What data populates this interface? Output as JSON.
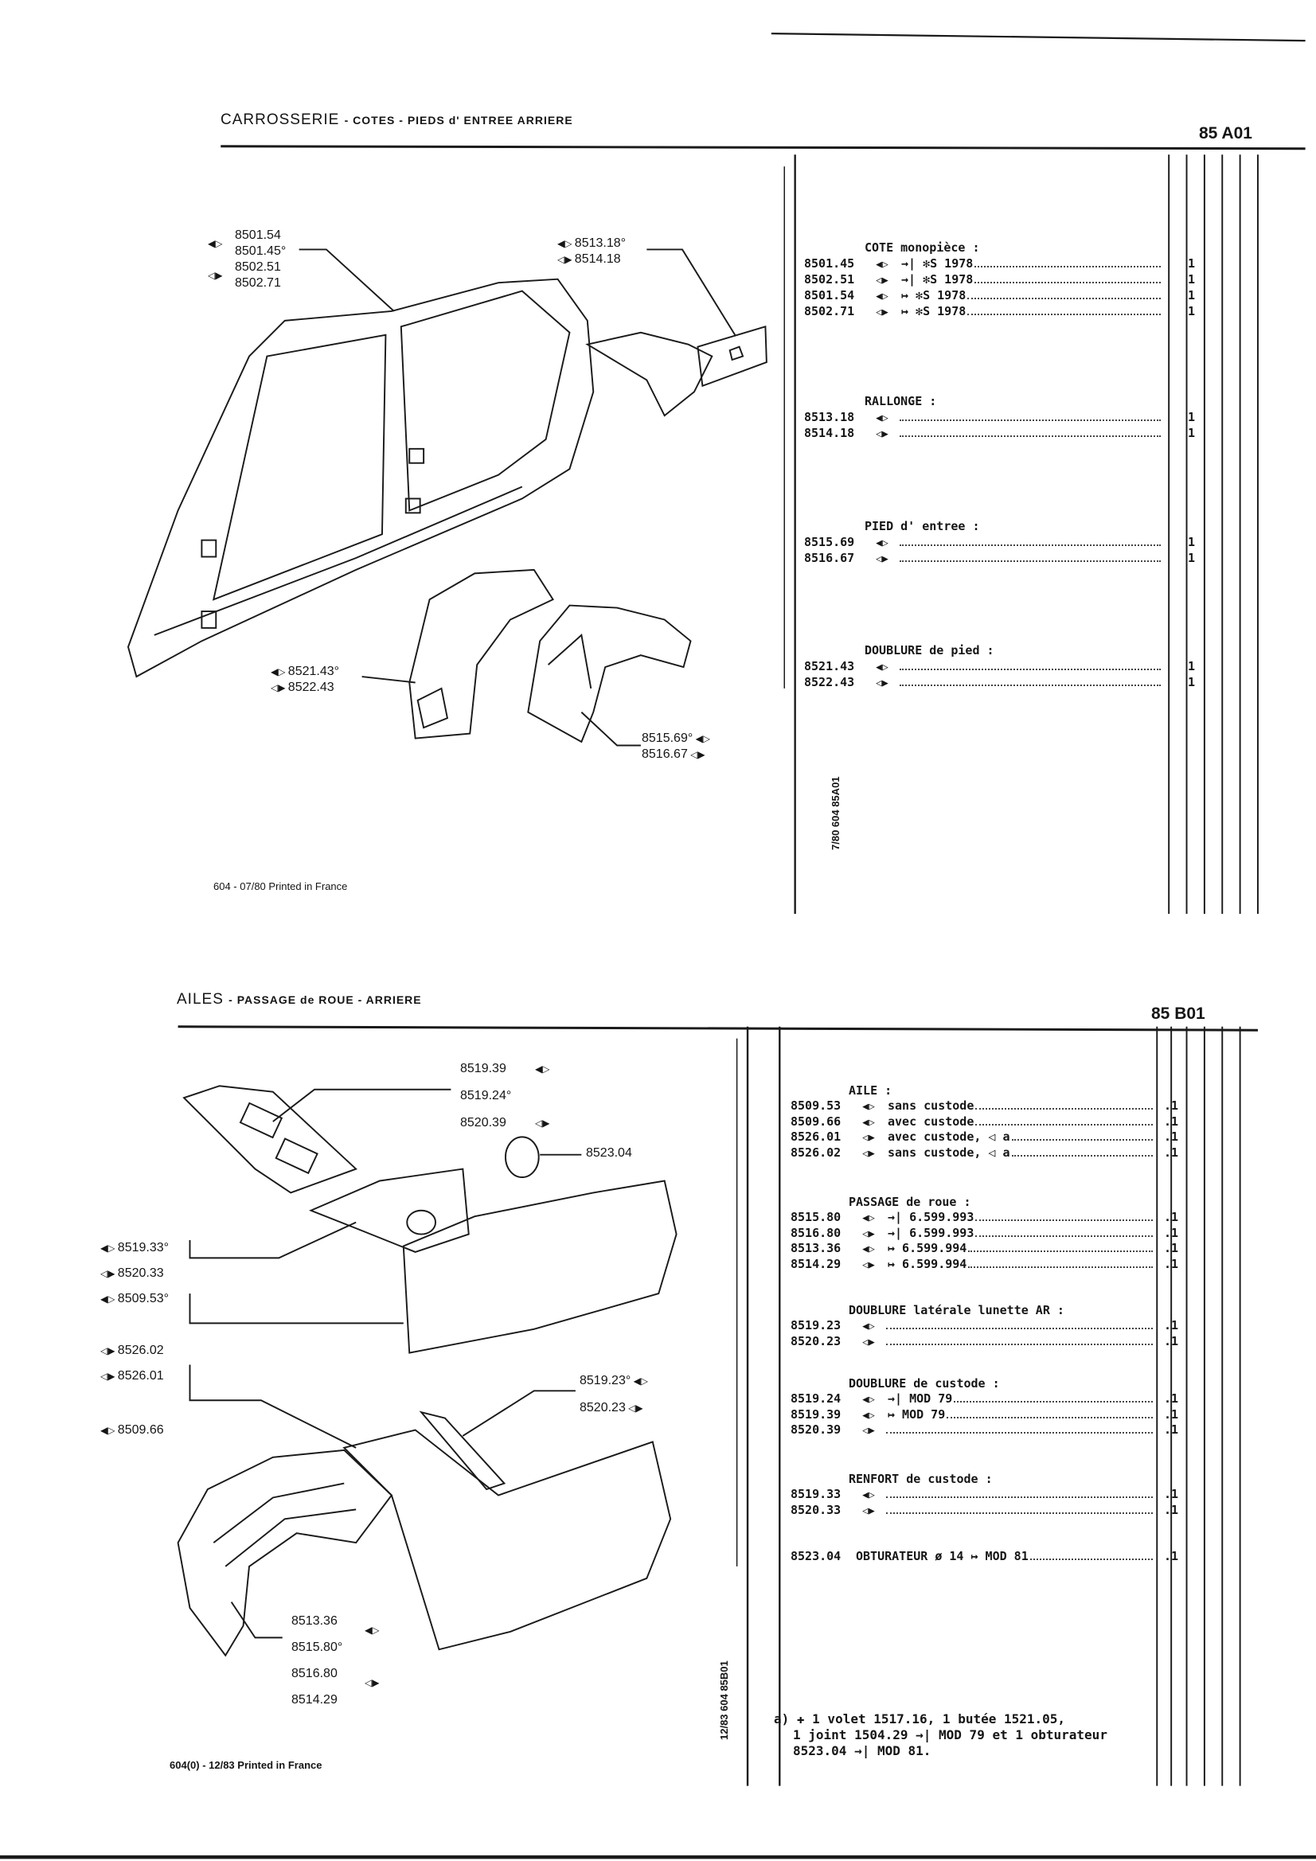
{
  "top": {
    "title": "CARROSSERIE",
    "subtitle": "- COTES - PIEDS d' ENTREE ARRIERE",
    "page_ref": "85 A01",
    "footer": "604 - 07/80 Printed in France",
    "side_code": "7/80 604 85A01",
    "diagram_labels": {
      "g1": [
        "8501.54",
        "8501.45°",
        "8502.51",
        "8502.71"
      ],
      "g2": [
        "8513.18°",
        "8514.18"
      ],
      "g3": [
        "8521.43°",
        "8522.43"
      ],
      "g4": [
        "8515.69°",
        "8516.67"
      ]
    },
    "sections": [
      {
        "heading": "COTE monopièce :",
        "rows": [
          {
            "pn": "8501.45",
            "sym": "◀▷",
            "note": "→| ✻S 1978",
            "qty": "1"
          },
          {
            "pn": "8502.51",
            "sym": "◁▶",
            "note": "→| ✻S 1978",
            "qty": "1"
          },
          {
            "pn": "8501.54",
            "sym": "◀▷",
            "note": "↦ ✻S 1978",
            "qty": "1"
          },
          {
            "pn": "8502.71",
            "sym": "◁▶",
            "note": "↦ ✻S 1978",
            "qty": "1"
          }
        ]
      },
      {
        "heading": "RALLONGE :",
        "rows": [
          {
            "pn": "8513.18",
            "sym": "◀▷",
            "note": "",
            "qty": "1"
          },
          {
            "pn": "8514.18",
            "sym": "◁▶",
            "note": "",
            "qty": "1"
          }
        ]
      },
      {
        "heading": "PIED d' entree :",
        "rows": [
          {
            "pn": "8515.69",
            "sym": "◀▷",
            "note": "",
            "qty": "1"
          },
          {
            "pn": "8516.67",
            "sym": "◁▶",
            "note": "",
            "qty": "1"
          }
        ]
      },
      {
        "heading": "DOUBLURE de pied :",
        "rows": [
          {
            "pn": "8521.43",
            "sym": "◀▷",
            "note": "",
            "qty": "1"
          },
          {
            "pn": "8522.43",
            "sym": "◁▶",
            "note": "",
            "qty": "1"
          }
        ]
      }
    ]
  },
  "bottom": {
    "title": "AILES",
    "subtitle": "- PASSAGE de ROUE - ARRIERE",
    "page_ref": "85 B01",
    "footer": "604(0) - 12/83 Printed in France",
    "side_code": "12/83 604 85B01",
    "diagram_labels": {
      "g1": [
        "8519.39",
        "8519.24°",
        "8520.39"
      ],
      "g2": [
        "8523.04"
      ],
      "g3": [
        "8519.33°",
        "8520.33",
        "8509.53°",
        "8526.02",
        "8526.01",
        "8509.66"
      ],
      "g4": [
        "8519.23°",
        "8520.23"
      ],
      "g5": [
        "8513.36",
        "8515.80°",
        "8516.80",
        "8514.29"
      ]
    },
    "sections": [
      {
        "heading": "AILE :",
        "rows": [
          {
            "pn": "8509.53",
            "sym": "◀▷",
            "note": "sans custode",
            "qty": ".1"
          },
          {
            "pn": "8509.66",
            "sym": "◀▷",
            "note": "avec custode",
            "qty": ".1"
          },
          {
            "pn": "8526.01",
            "sym": "◁▶",
            "note": "avec custode, ◁ a",
            "qty": ".1"
          },
          {
            "pn": "8526.02",
            "sym": "◁▶",
            "note": "sans custode, ◁ a",
            "qty": ".1"
          }
        ]
      },
      {
        "heading": "PASSAGE de roue :",
        "rows": [
          {
            "pn": "8515.80",
            "sym": "◀▷",
            "note": "→| 6.599.993",
            "qty": ".1"
          },
          {
            "pn": "8516.80",
            "sym": "◁▶",
            "note": "→| 6.599.993",
            "qty": ".1"
          },
          {
            "pn": "8513.36",
            "sym": "◀▷",
            "note": "↦ 6.599.994",
            "qty": ".1"
          },
          {
            "pn": "8514.29",
            "sym": "◁▶",
            "note": "↦ 6.599.994",
            "qty": ".1"
          }
        ]
      },
      {
        "heading": "DOUBLURE latérale lunette AR :",
        "rows": [
          {
            "pn": "8519.23",
            "sym": "◀▷",
            "note": "",
            "qty": ".1"
          },
          {
            "pn": "8520.23",
            "sym": "◁▶",
            "note": "",
            "qty": ".1"
          }
        ]
      },
      {
        "heading": "DOUBLURE de custode :",
        "rows": [
          {
            "pn": "8519.24",
            "sym": "◀▷",
            "note": "→| MOD 79",
            "qty": ".1"
          },
          {
            "pn": "8519.39",
            "sym": "◀▷",
            "note": "↦ MOD 79",
            "qty": ".1"
          },
          {
            "pn": "8520.39",
            "sym": "◁▶",
            "note": "",
            "qty": ".1"
          }
        ]
      },
      {
        "heading": "RENFORT de custode :",
        "rows": [
          {
            "pn": "8519.33",
            "sym": "◀▷",
            "note": "",
            "qty": ".1"
          },
          {
            "pn": "8520.33",
            "sym": "◁▶",
            "note": "",
            "qty": ".1"
          }
        ]
      },
      {
        "heading": "",
        "rows": [
          {
            "pn": "8523.04",
            "sym": "",
            "note": "OBTURATEUR ø 14 ↦ MOD 81",
            "qty": ".1"
          }
        ]
      }
    ],
    "footnote": [
      "a) ✚ 1 volet 1517.16, 1 butée 1521.05,",
      "1 joint 1504.29 →| MOD 79 et 1 obturateur",
      "8523.04 →| MOD 81."
    ]
  }
}
